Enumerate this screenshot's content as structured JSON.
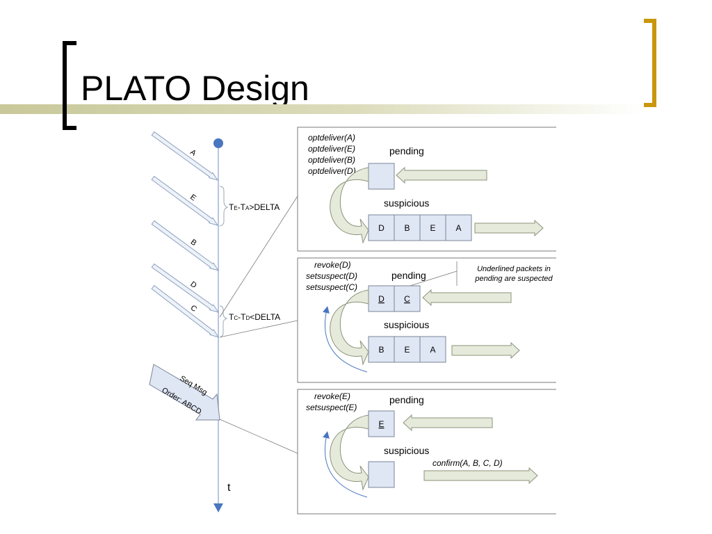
{
  "slide": {
    "title": "PLATO Design",
    "colors": {
      "bracket_left": "#000000",
      "bracket_right": "#c9960c",
      "accent_bar": "#c8c89a",
      "arrow_fill": "#e6eadb",
      "arrow_stroke": "#8a937a",
      "box_fill": "#dfe6f4",
      "box_stroke": "#7b8497",
      "timeline": "#9fb4d3",
      "timeline_marker": "#4a76c0",
      "small_arrow_fill": "#eef2f8",
      "small_arrow_stroke": "#8aa0c0"
    }
  },
  "timeline": {
    "axis_label": "t",
    "incoming": [
      "A",
      "E",
      "B",
      "D",
      "C"
    ],
    "brace_top_label": {
      "T": "T",
      "s1": "E",
      "mid": "-T",
      "s2": "A",
      "rest": ">DELTA"
    },
    "brace_bottom_label": {
      "T": "T",
      "s1": "C",
      "mid": "-T",
      "s2": "D",
      "rest": "<DELTA"
    },
    "seq_msg": {
      "line1": "Seq Msg",
      "line2": "Order: ABCD"
    }
  },
  "panels": [
    {
      "actions": [
        "optdeliver(A)",
        "optdeliver(E)",
        "optdeliver(B)",
        "optdeliver(D)"
      ],
      "pending_label": "pending",
      "pending_cells": [],
      "suspicious_label": "suspicious",
      "suspicious_cells": [
        "D",
        "B",
        "E",
        "A"
      ],
      "output_label": ""
    },
    {
      "actions": [
        "revoke(D)",
        "setsuspect(D)",
        "setsuspect(C)"
      ],
      "pending_label": "pending",
      "pending_cells": [
        "D",
        "C"
      ],
      "suspicious_label": "suspicious",
      "suspicious_cells": [
        "B",
        "E",
        "A"
      ],
      "note": [
        "Underlined packets in",
        "pending are suspected"
      ]
    },
    {
      "actions": [
        "revoke(E)",
        "setsuspect(E)"
      ],
      "pending_label": "pending",
      "pending_cells": [
        "E"
      ],
      "suspicious_label": "suspicious",
      "suspicious_cells": [],
      "output_label": "confirm(A, B, C, D)"
    }
  ]
}
